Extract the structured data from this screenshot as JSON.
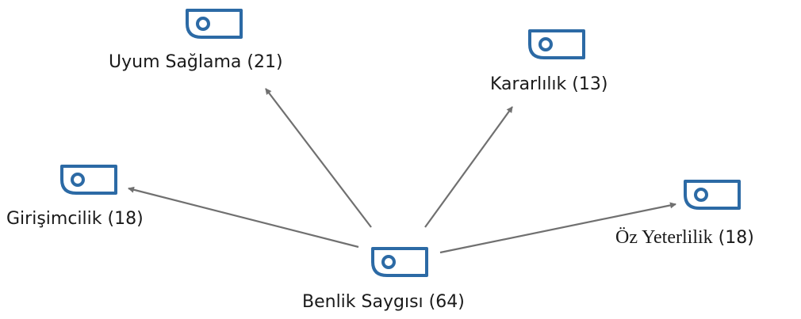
{
  "diagram": {
    "nodes": {
      "center": {
        "name": "Benlik Saygısı",
        "count": "(64)",
        "icon": "code-node-icon"
      },
      "uyum": {
        "name": "Uyum Sağlama",
        "count": "(21)",
        "icon": "code-node-icon"
      },
      "kararlilik": {
        "name": "Kararlılık",
        "count": "(13)",
        "icon": "code-node-icon"
      },
      "girisimcilik": {
        "name": "Girişimcilik",
        "count": "(18)",
        "icon": "code-node-icon"
      },
      "oz_yeterlilik": {
        "name": "Öz Yeterlilik",
        "count": "(18)",
        "icon": "code-node-icon"
      }
    },
    "edges": [
      {
        "from": "center",
        "to": "uyum"
      },
      {
        "from": "center",
        "to": "kararlilik"
      },
      {
        "from": "center",
        "to": "girisimcilik"
      },
      {
        "from": "center",
        "to": "oz_yeterlilik"
      }
    ],
    "colors": {
      "icon": "#2c6aa5",
      "arrow": "#707070",
      "text": "#1a1a1a"
    }
  }
}
